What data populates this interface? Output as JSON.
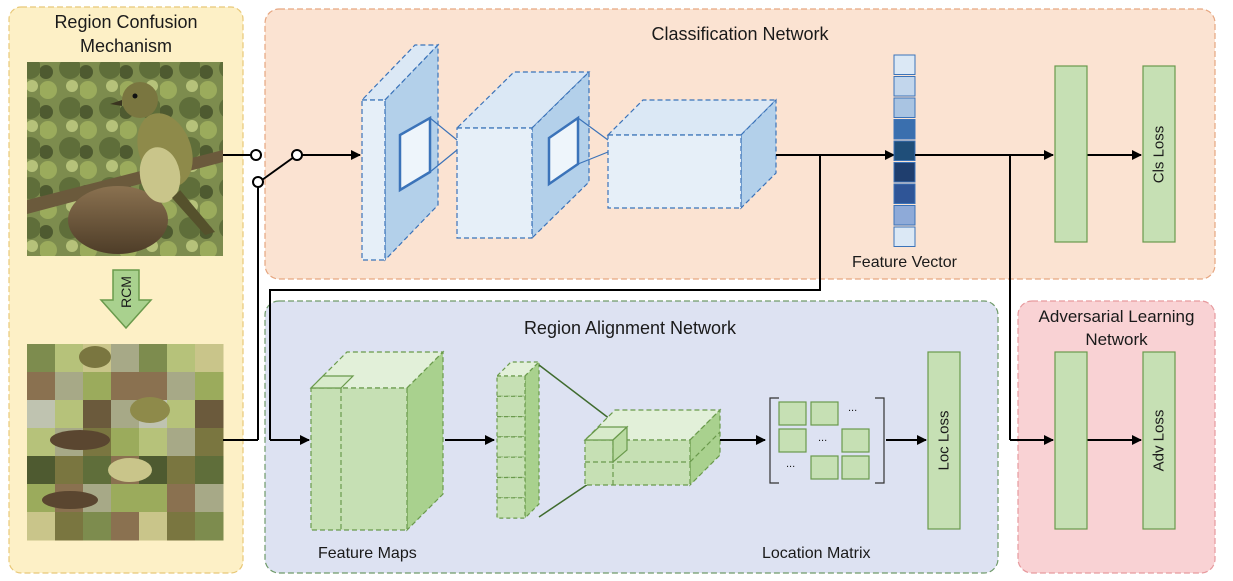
{
  "panels": {
    "rcm": {
      "title_line1": "Region Confusion",
      "title_line2": "Mechanism",
      "arrow_label": "RCM"
    },
    "classification": {
      "title": "Classification  Network",
      "feature_vector_label": "Feature Vector",
      "loss_label": "Cls Loss"
    },
    "alignment": {
      "title": "Region Alignment Network",
      "feature_maps_label": "Feature Maps",
      "location_matrix_label": "Location Matrix",
      "loss_label": "Loc Loss",
      "ellipsis": "..."
    },
    "adversarial": {
      "title_line1": "Adversarial Learning",
      "title_line2": "Network",
      "loss_label": "Adv Loss"
    }
  },
  "colors": {
    "rcm_bg": "#fdf0c6",
    "rcm_border": "#e8c878",
    "cls_bg": "#fbe3d2",
    "cls_border": "#e6a680",
    "ran_bg": "#dde2f2",
    "ran_border": "#6f9a6a",
    "adv_bg": "#f9d2d4",
    "adv_border": "#e79a9e",
    "blue_fill": "#dbe8f5",
    "blue_side": "#b3d0ea",
    "blue_stroke": "#3b73b9",
    "green_fill": "#c6e0b4",
    "green_light": "#e2f0d9",
    "green_stroke": "#6a9a4c",
    "feature_vector_cells": [
      "#dbe8f5",
      "#c2d6ec",
      "#a9c4e2",
      "#3a6fae",
      "#1f4e79",
      "#1f3e6e",
      "#2f5597",
      "#8eaad8",
      "#dbe8f5"
    ]
  }
}
